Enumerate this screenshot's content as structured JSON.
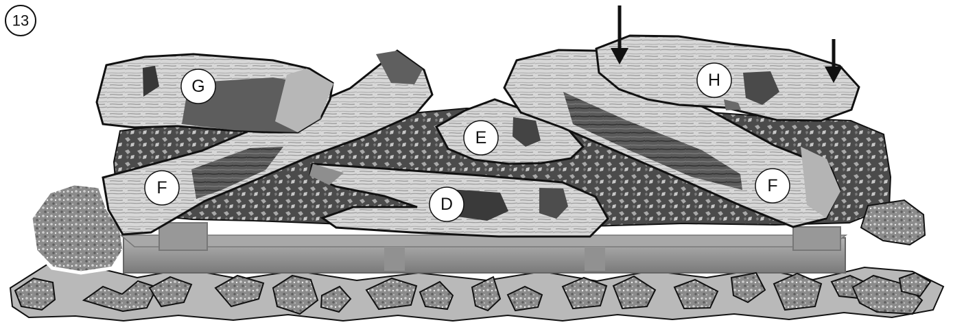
{
  "step": {
    "number": "13"
  },
  "labels": {
    "G": "G",
    "H": "H",
    "E": "E",
    "F_left": "F",
    "F_right": "F",
    "D": "D"
  },
  "colors": {
    "outline": "#111111",
    "log_light": "#d8d8d8",
    "log_mid": "#8f8f8f",
    "log_dark": "#3d3d3d",
    "ember_dark": "#4b4b4b",
    "ground_gray": "#b9b9b9",
    "tray": "#8e8e8e",
    "label_circle": "#ffffff"
  },
  "icons": {
    "arrow": "down-arrow-icon"
  }
}
